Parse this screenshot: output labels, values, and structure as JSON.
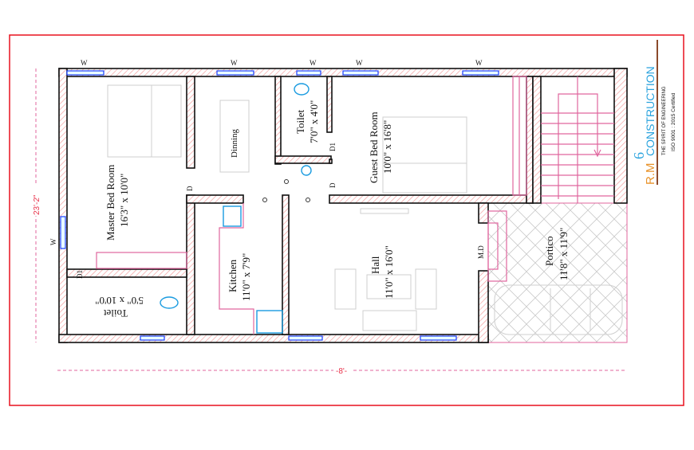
{
  "plan": {
    "rooms": [
      {
        "name": "Master Bed Room",
        "size": "16'3\" x 10'0\""
      },
      {
        "name": "Dinning",
        "size": ""
      },
      {
        "name": "Toilet",
        "size": "7'0\" x 4'0\""
      },
      {
        "name": "Guest Bed Room",
        "size": "10'0\" x 16'8\""
      },
      {
        "name": "Kitchen",
        "size": "11'0\" x 7'9\""
      },
      {
        "name": "Hall",
        "size": "11'0\" x 16'0\""
      },
      {
        "name": "Portico",
        "size": "11'8\" x 11'9\""
      },
      {
        "name": "Toilet",
        "size": "5'0\" x 10'0\""
      }
    ],
    "window_label": "W",
    "door_labels": {
      "d": "D",
      "d1": "D1",
      "md": "M.D"
    },
    "dimensions": {
      "vertical": "23'-2\"",
      "horizontal": "-8'-"
    }
  },
  "logo": {
    "brand_left": "R.M",
    "brand_right": "CONSTRUCTION",
    "tagline": "THE SPIRIT OF ENGINEERING",
    "certification": "ISO 9001 : 2015 Certified",
    "colors": {
      "blue": "#2aa3de",
      "orange": "#e8922a",
      "brown": "#8b4a2b"
    }
  },
  "colors": {
    "border": "#e8101e",
    "wall_hatch": "#f4a0a0",
    "accent_pink": "#e0669e",
    "window": "#1a3cff"
  }
}
